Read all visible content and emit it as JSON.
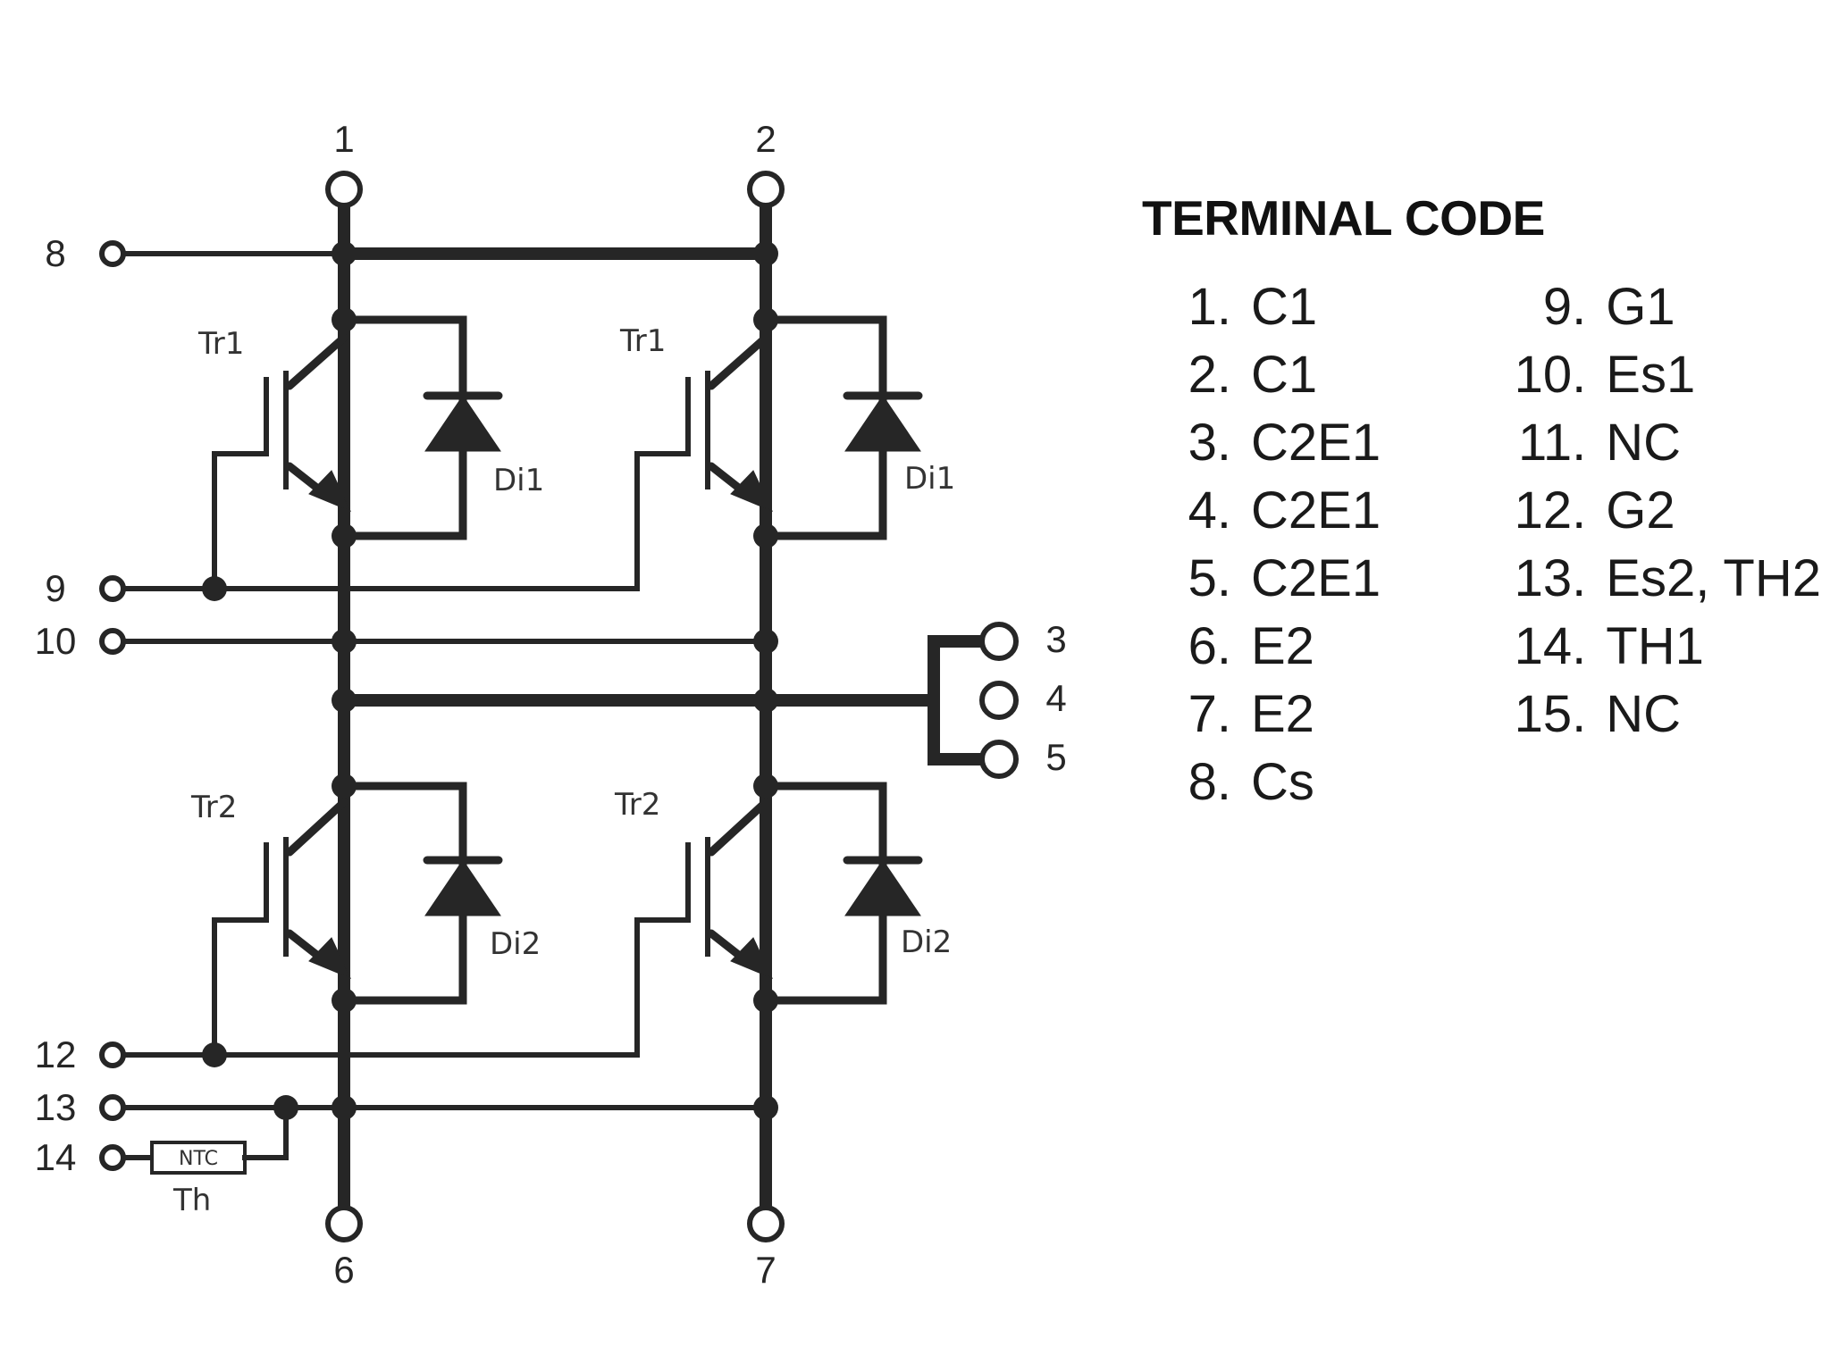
{
  "schematic": {
    "terminals": [
      {
        "id": "1",
        "label": "1"
      },
      {
        "id": "2",
        "label": "2"
      },
      {
        "id": "3",
        "label": "3"
      },
      {
        "id": "4",
        "label": "4"
      },
      {
        "id": "5",
        "label": "5"
      },
      {
        "id": "6",
        "label": "6"
      },
      {
        "id": "7",
        "label": "7"
      },
      {
        "id": "8",
        "label": "8"
      },
      {
        "id": "9",
        "label": "9"
      },
      {
        "id": "10",
        "label": "10"
      },
      {
        "id": "12",
        "label": "12"
      },
      {
        "id": "13",
        "label": "13"
      },
      {
        "id": "14",
        "label": "14"
      }
    ],
    "devices": {
      "tr1_left": "Tr1",
      "tr1_right": "Tr1",
      "tr2_left": "Tr2",
      "tr2_right": "Tr2",
      "di1_left": "Di1",
      "di1_right": "Di1",
      "di2_left": "Di2",
      "di2_right": "Di2",
      "ntc": "NTC",
      "th": "Th"
    }
  },
  "terminal_code": {
    "title": "TERMINAL CODE",
    "left": [
      {
        "num": "1.",
        "name": "C1"
      },
      {
        "num": "2.",
        "name": "C1"
      },
      {
        "num": "3.",
        "name": "C2E1"
      },
      {
        "num": "4.",
        "name": "C2E1"
      },
      {
        "num": "5.",
        "name": "C2E1"
      },
      {
        "num": "6.",
        "name": "E2"
      },
      {
        "num": "7.",
        "name": "E2"
      },
      {
        "num": "8.",
        "name": "Cs"
      }
    ],
    "right": [
      {
        "num": "9.",
        "name": "G1"
      },
      {
        "num": "10.",
        "name": "Es1"
      },
      {
        "num": "11.",
        "name": "NC"
      },
      {
        "num": "12.",
        "name": "G2"
      },
      {
        "num": "13.",
        "name": "Es2, TH2"
      },
      {
        "num": "14.",
        "name": "TH1"
      },
      {
        "num": "15.",
        "name": "NC"
      }
    ]
  }
}
